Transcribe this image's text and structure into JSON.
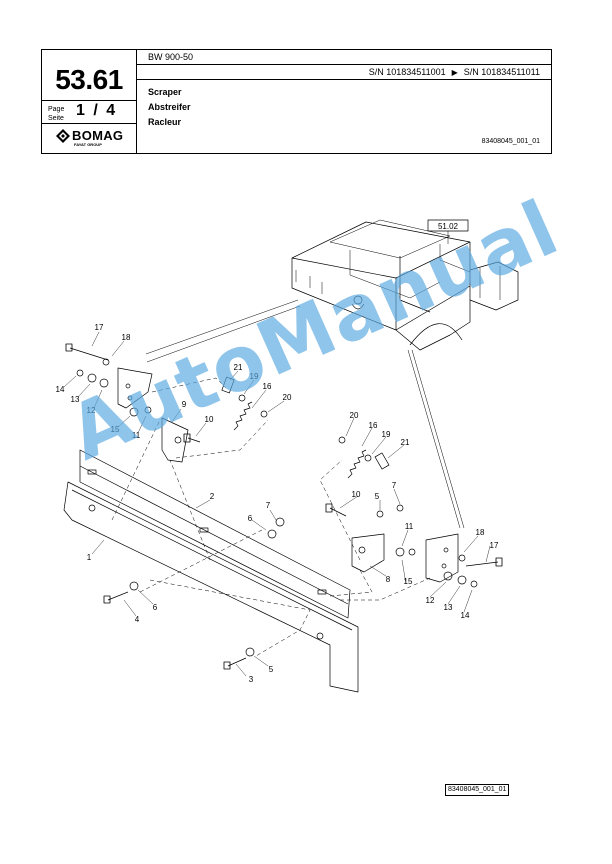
{
  "header": {
    "page_number": "53.61",
    "page_label_en": "Page",
    "page_label_de": "Seite",
    "page_count": "1 / 4",
    "logo_text": "BOMAG",
    "logo_sub": "FAYAT GROUP",
    "model": "BW 900-50",
    "serial_from": "S/N 101834511001",
    "serial_to": "S/N 101834511011",
    "title_en": "Scraper",
    "title_de": "Abstreifer",
    "title_fr": "Racleur",
    "drawing_ref": "83408045_001_01"
  },
  "diagram": {
    "ref_box": "51.02",
    "part_numbers": [
      "1",
      "2",
      "3",
      "4",
      "5",
      "6",
      "7",
      "8",
      "9",
      "10",
      "11",
      "12",
      "13",
      "14",
      "15",
      "16",
      "17",
      "18",
      "19",
      "20",
      "21"
    ]
  },
  "footer": {
    "drawing_ref": "83408045_001_01"
  },
  "watermark": "AutoManual"
}
